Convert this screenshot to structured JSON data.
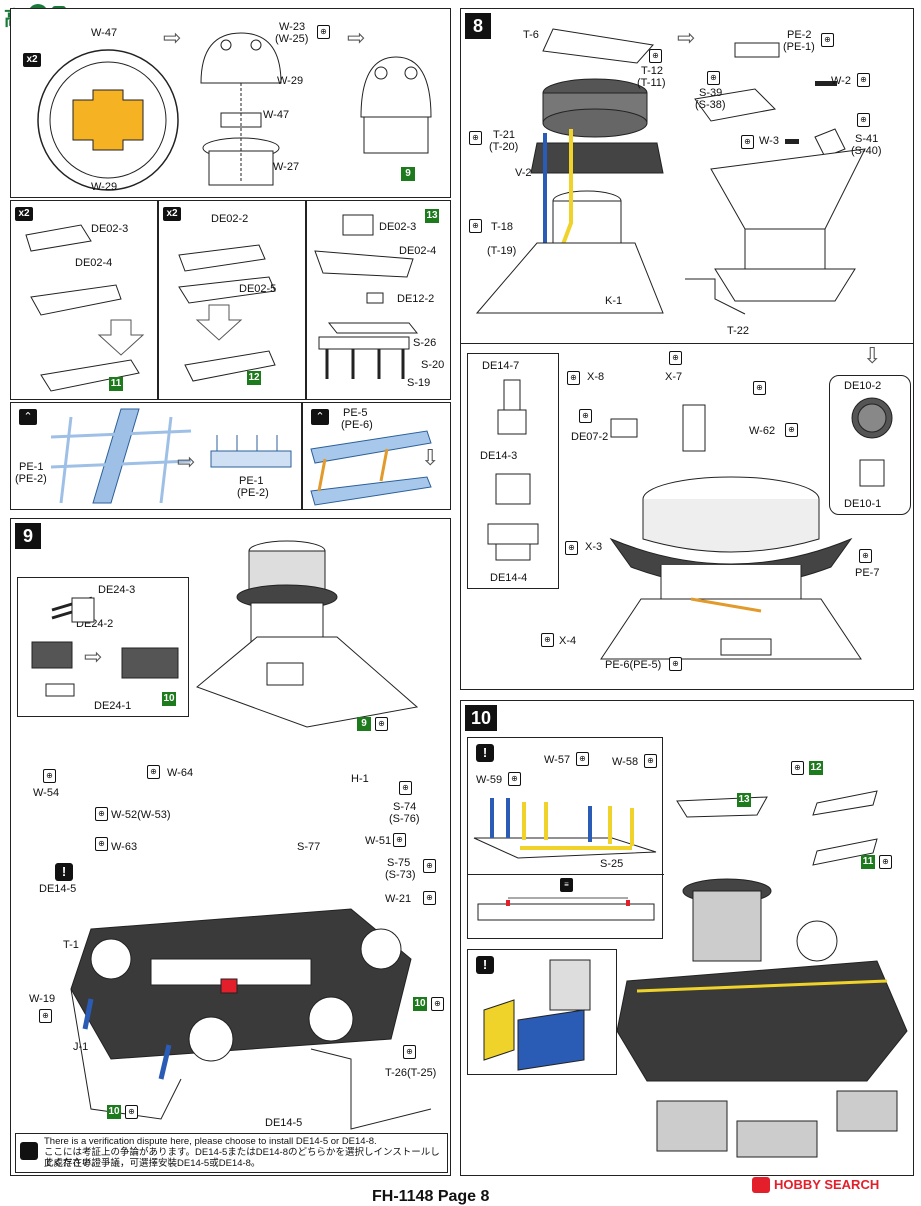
{
  "header_logo": "高",
  "watermark": "HOBBY SEARCH",
  "footer_title": "FH-1148  Page 8",
  "top_section": {
    "x2_badge": "x2",
    "labels": {
      "w47_a": "W-47",
      "w29_a": "W-29",
      "w23": "W-23",
      "w25": "(W-25)",
      "w29_b": "W-29",
      "w47_b": "W-47",
      "w27": "W-27"
    },
    "green_tag": "9"
  },
  "boats_section": {
    "x2_a": "x2",
    "x2_b": "x2",
    "labels": {
      "de02_3_a": "DE02-3",
      "de02_4_a": "DE02-4",
      "de02_2_b": "DE02-2",
      "de02_5_b": "DE02-5",
      "de02_3_c": "DE02-3",
      "de02_4_c": "DE02-4",
      "de12_2": "DE12-2",
      "s26": "S-26",
      "s20": "S-20",
      "s19": "S-19"
    },
    "tags": {
      "a": "11",
      "b": "12",
      "c": "13"
    }
  },
  "pe_section": {
    "labels": {
      "pe1_a": "PE-1",
      "pe2_a": "(PE-2)",
      "pe1_b": "PE-1",
      "pe2_b": "(PE-2)",
      "pe5": "PE-5",
      "pe6": "(PE-6)"
    }
  },
  "step8": {
    "number": "8",
    "labels": {
      "t6": "T-6",
      "t12": "T-12",
      "t11": "(T-11)",
      "t21": "T-21",
      "t20": "(T-20)",
      "v2": "V-2",
      "t18": "T-18",
      "t19": "(T-19)",
      "k1": "K-1",
      "pe2": "PE-2",
      "pe1": "(PE-1)",
      "s39": "S-39",
      "s38": "(S-38)",
      "w2": "W-2",
      "w3": "W-3",
      "s41": "S-41",
      "s40": "(S-40)",
      "t22": "T-22",
      "de14_7": "DE14-7",
      "de14_3": "DE14-3",
      "de14_4": "DE14-4",
      "x8": "X-8",
      "x7": "X-7",
      "de07_2": "DE07-2",
      "w62": "W-62",
      "de10_2": "DE10-2",
      "de10_1": "DE10-1",
      "x3": "X-3",
      "x4": "X-4",
      "pe7": "PE-7",
      "pe6": "PE-6(PE-5)"
    }
  },
  "step9": {
    "number": "9",
    "labels": {
      "de24_3": "DE24-3",
      "de24_2": "DE24-2",
      "de24_1": "DE24-1",
      "w64": "W-64",
      "h1": "H-1",
      "w54": "W-54",
      "w52": "W-52(W-53)",
      "s74": "S-74",
      "s76": "(S-76)",
      "w63": "W-63",
      "s77": "S-77",
      "w51": "W-51",
      "s75": "S-75",
      "s73": "(S-73)",
      "de14_5_a": "DE14-5",
      "w21": "W-21",
      "t1": "T-1",
      "w19": "W-19",
      "j1": "J-1",
      "t26": "T-26(T-25)",
      "de14_5_b": "DE14-5"
    },
    "tags": {
      "de24": "10",
      "dome": "9",
      "right": "10",
      "left": "10"
    },
    "note_en": "There is a verification dispute here, please choose to install DE14-5 or DE14-8.",
    "note_jp": "ここには考証上の争論があります。DE14-5またはDE14-8のどちらかを選択しインストールしてください。",
    "note_cn": "此處存在考證爭議，可選擇安裝DE14-5或DE14-8。"
  },
  "step10": {
    "number": "10",
    "labels": {
      "w57": "W-57",
      "w58": "W-58",
      "w59": "W-59",
      "s25": "S-25"
    },
    "tags": {
      "t13": "13",
      "t12": "12",
      "t11": "11"
    }
  }
}
